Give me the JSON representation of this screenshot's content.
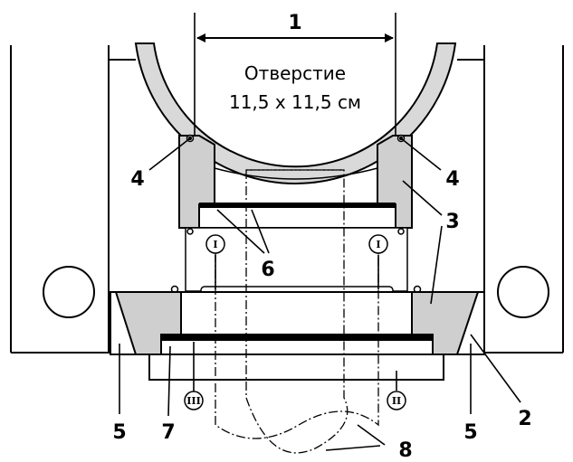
{
  "caption": {
    "line1": "Отверстие",
    "line2": "11,5 x 11,5 см"
  },
  "labels": {
    "n1": "1",
    "n2": "2",
    "n3": "3",
    "n4": "4",
    "n5": "5",
    "n6": "6",
    "n7": "7",
    "n8": "8"
  },
  "roman": {
    "one": "I",
    "two": "II",
    "three": "III"
  },
  "colors": {
    "line": "#000000",
    "fill_gray": "#cfcfcf",
    "tube_gray": "#d9d9d9",
    "background": "#ffffff"
  }
}
